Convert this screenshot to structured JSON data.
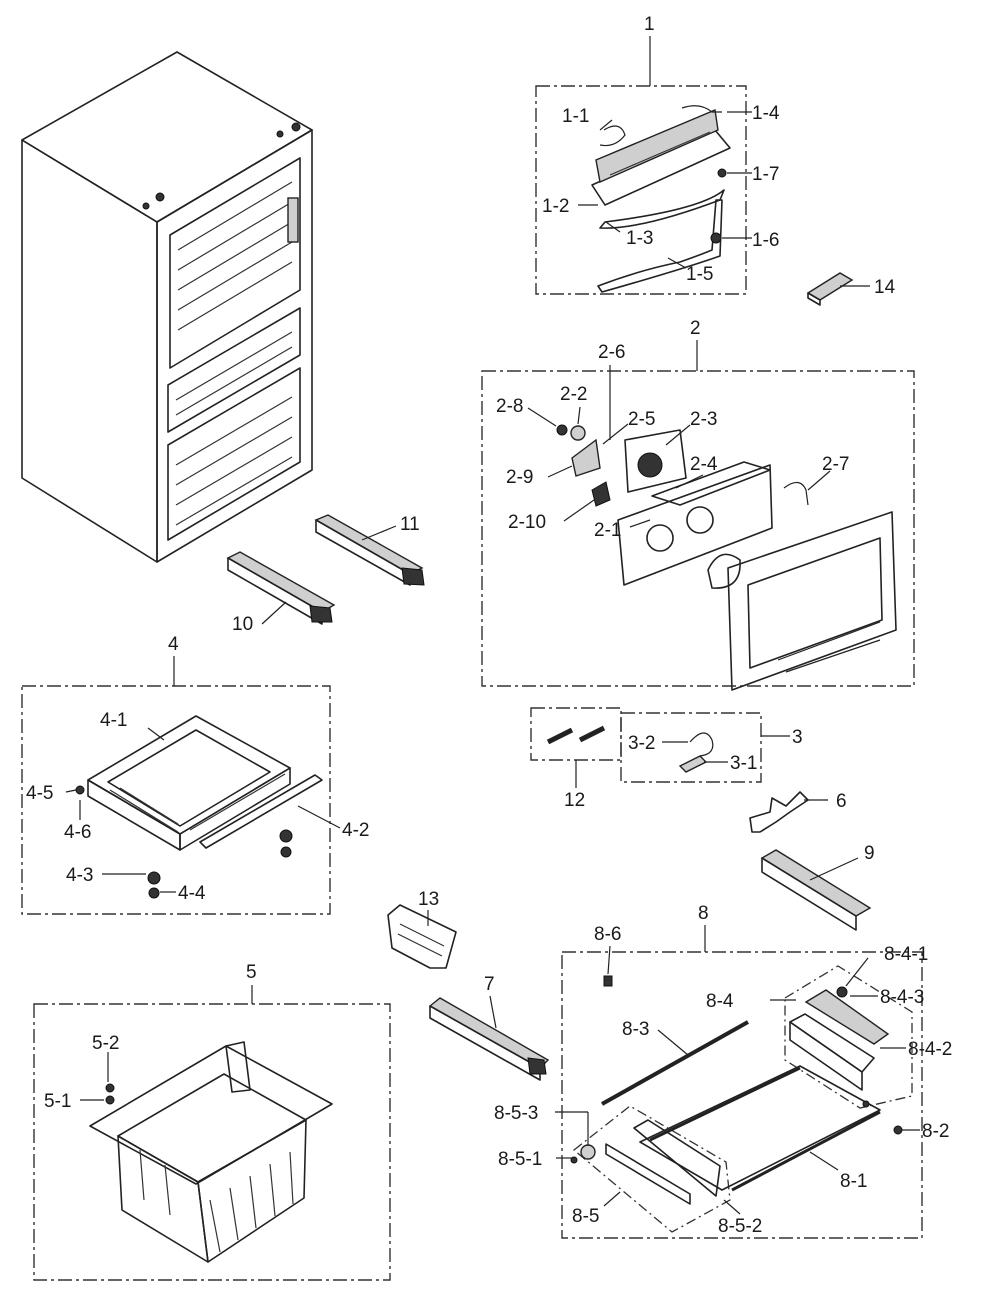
{
  "labels": {
    "g1": "1",
    "g1_1": "1-1",
    "g1_2": "1-2",
    "g1_3": "1-3",
    "g1_4": "1-4",
    "g1_5": "1-5",
    "g1_6": "1-6",
    "g1_7": "1-7",
    "g14": "14",
    "g2": "2",
    "g2_1": "2-1",
    "g2_2": "2-2",
    "g2_3": "2-3",
    "g2_4": "2-4",
    "g2_5": "2-5",
    "g2_6": "2-6",
    "g2_7": "2-7",
    "g2_8": "2-8",
    "g2_9": "2-9",
    "g2_10": "2-10",
    "g3": "3",
    "g3_1": "3-1",
    "g3_2": "3-2",
    "g4": "4",
    "g4_1": "4-1",
    "g4_2": "4-2",
    "g4_3": "4-3",
    "g4_4": "4-4",
    "g4_5": "4-5",
    "g4_6": "4-6",
    "g5": "5",
    "g5_1": "5-1",
    "g5_2": "5-2",
    "g6": "6",
    "g7": "7",
    "g8": "8",
    "g8_1": "8-1",
    "g8_2": "8-2",
    "g8_3": "8-3",
    "g8_4": "8-4",
    "g8_4_1": "8-4-1",
    "g8_4_2": "8-4-2",
    "g8_4_3": "8-4-3",
    "g8_5": "8-5",
    "g8_5_1": "8-5-1",
    "g8_5_2": "8-5-2",
    "g8_5_3": "8-5-3",
    "g8_6": "8-6",
    "g9": "9",
    "g10": "10",
    "g11": "11",
    "g12": "12",
    "g13": "13"
  }
}
